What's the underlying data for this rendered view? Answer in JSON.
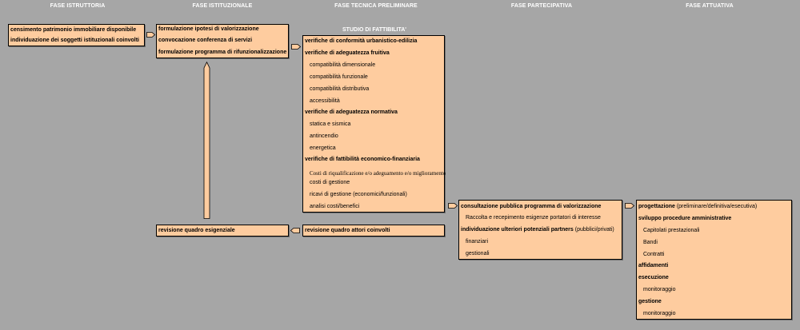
{
  "headers": {
    "istruttoria": "FASE ISTRUTTORIA",
    "istituzionale": "FASE ISTITUZIONALE",
    "tecnica": "FASE TECNICA PRELIMINARE",
    "partecipativa": "FASE PARTECIPATIVA",
    "attuativa": "FASE ATTUATIVA"
  },
  "studio_title": "STUDIO DI FATTIBILITA'",
  "istruttoria": [
    "censimento patrimonio immobiliare disponibile",
    "individuazione dei soggetti istituzionali coinvolti"
  ],
  "istituzionale": [
    "formulazione ipotesi di valorizzazione",
    "convocazione conferenza di servizi",
    "formulazione programma di rifunzionalizzazione"
  ],
  "studio": {
    "s1": "verifiche di conformità urbanistico-edilizia",
    "s2": "verifiche di adeguatezza fruitiva",
    "s2a": "compatibilità dimensionale",
    "s2b": "compatibilità funzionale",
    "s2c": "compatibilità distributiva",
    "s2d": "accessibilità",
    "s3": "verifiche di adeguatezza normativa",
    "s3a": "statica e sismica",
    "s3b": "antincendio",
    "s3c": "energetica",
    "s4": "verifiche di fattibilità economico-finanziaria",
    "s4a": "Costi di riqualificazione e/o adeguamento e/o miglioramento",
    "s4b": "costi di gestione",
    "s4c": "ricavi di gestione (economici/funzionali)",
    "s4d": "analisi costi/benefici"
  },
  "revisione_esigenziale": "revisione quadro esigenziale",
  "revisione_attori": "revisione quadro attori coinvolti",
  "partecipativa": {
    "p1": "consultazione pubblica programma di valorizzazione",
    "p1a": "Raccolta e recepimento esigenze portatori di interesse",
    "p2": "individuazione ulteriori potenziali partners",
    "p2_note": " (pubblici/privati)",
    "p2a": "finanziari",
    "p2b": "gestionali"
  },
  "attuativa": {
    "a1": "progettazione",
    "a1_note": " (preliminare/definitiva/esecutiva)",
    "a2": "sviluppo procedure amministrative",
    "a2a": "Capitolati prestazionali",
    "a2b": "Bandi",
    "a2c": "Contratti",
    "a3": "affidamenti",
    "a4": "esecuzione",
    "a4a": "monitoraggio",
    "a5": "gestione",
    "a5a": "monitoraggio"
  },
  "colors": {
    "background": "#a6a6a6",
    "box": "#fecc9f",
    "header": "#ffffff"
  }
}
